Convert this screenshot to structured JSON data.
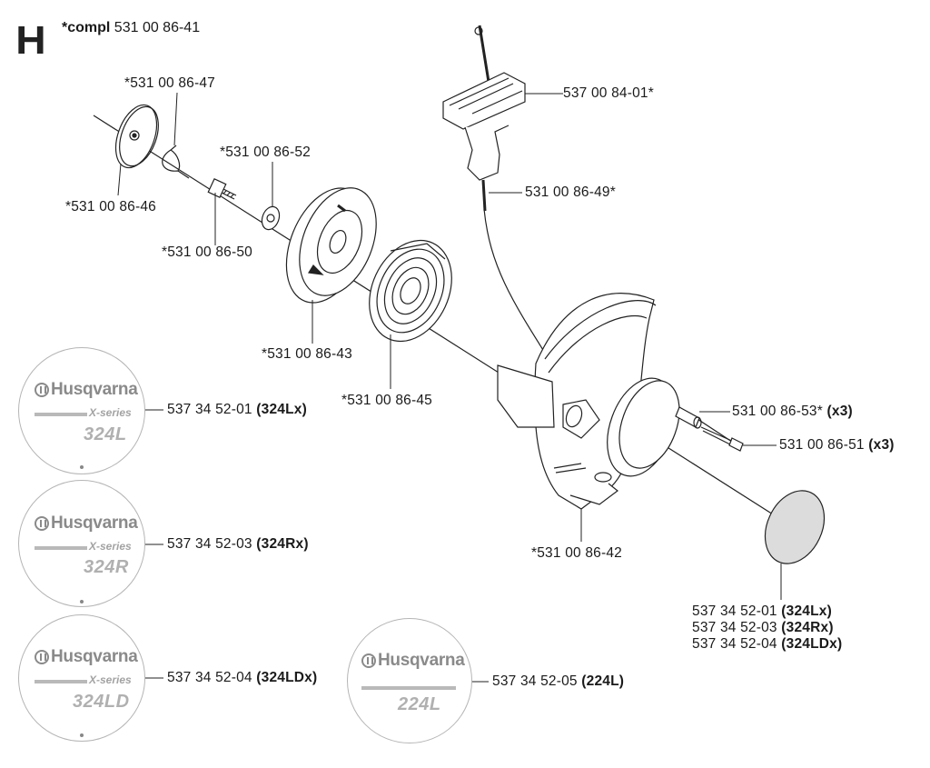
{
  "section": "H",
  "compl": {
    "prefix": "*compl",
    "number": "531 00 86-41"
  },
  "callouts": {
    "c47": "*531 00 86-47",
    "c46": "*531 00 86-46",
    "c52": "*531 00 86-52",
    "c50": "*531 00 86-50",
    "c43": "*531 00 86-43",
    "c45": "*531 00 86-45",
    "c42": "*531 00 86-42",
    "c84_01": "537 00 84-01*",
    "c49": "531 00 86-49*",
    "c53": "531 00 86-53*",
    "c53_qty": "(x3)",
    "c51": "531 00 86-51",
    "c51_qty": "(x3)"
  },
  "decal_list": [
    {
      "number": "537 34 52-01",
      "model": "(324Lx)"
    },
    {
      "number": "537 34 52-03",
      "model": "(324Rx)"
    },
    {
      "number": "537 34 52-04",
      "model": "(324LDx)"
    }
  ],
  "covers": [
    {
      "brand": "Husqvarna",
      "series": "X-series",
      "model_text": "324L",
      "number": "537 34 52-01",
      "model": "(324Lx)"
    },
    {
      "brand": "Husqvarna",
      "series": "X-series",
      "model_text": "324R",
      "number": "537 34 52-03",
      "model": "(324Rx)"
    },
    {
      "brand": "Husqvarna",
      "series": "X-series",
      "model_text": "324LD",
      "number": "537 34 52-04",
      "model": "(324LDx)"
    },
    {
      "brand": "Husqvarna",
      "series": "",
      "model_text": "224L",
      "number": "537 34 52-05",
      "model": "(224L)"
    }
  ],
  "colors": {
    "ink": "#1a1a1a",
    "line": "#222222",
    "cover_gray": "#8a8a8a",
    "disc_border": "#b5b5b5"
  }
}
